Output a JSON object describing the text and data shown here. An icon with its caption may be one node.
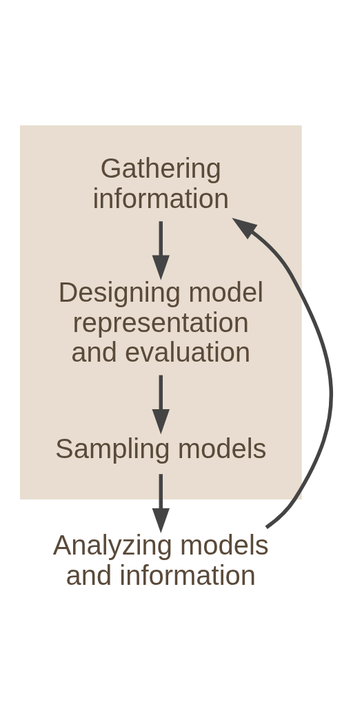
{
  "diagram": {
    "nodes": [
      {
        "text": [],
        "shape": "box"
      },
      {
        "text": [
          "Gathering information"
        ],
        "in": 0
      },
      {
        "text": [
          "Designing model representation and evaluation"
        ],
        "in": 0
      },
      {
        "text": [
          "Sampling models"
        ],
        "in": 0
      },
      {
        "text": [
          "Analyzing models and information"
        ]
      }
    ],
    "edges": [
      {
        "from": 1,
        "to": 2,
        "arrow": "to"
      },
      {
        "from": 2,
        "to": 3,
        "arrow": "to"
      },
      {
        "from": 3,
        "to": 4,
        "arrow": "to"
      },
      {
        "from": 4,
        "to": 1,
        "arrow": "to"
      }
    ]
  }
}
